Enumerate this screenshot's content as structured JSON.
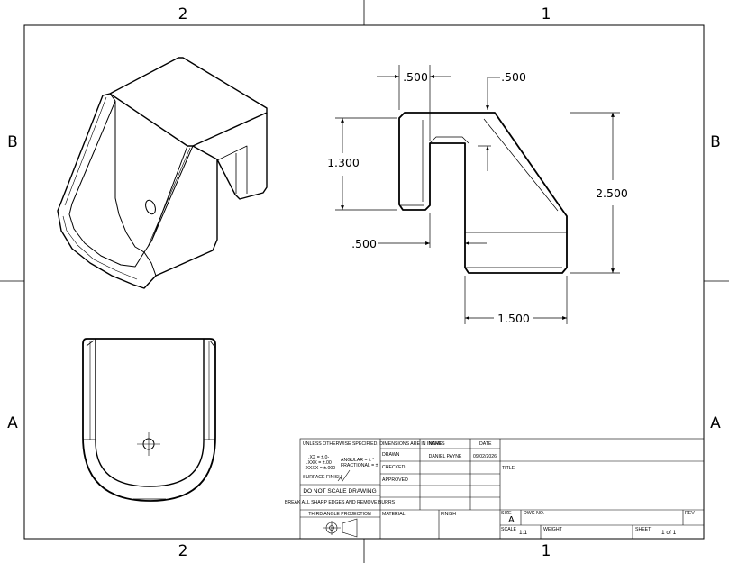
{
  "zones": {
    "top_left": "2",
    "top_right": "1",
    "bottom_left": "2",
    "bottom_right": "1",
    "left_upper": "B",
    "right_upper": "B",
    "left_lower": "A",
    "right_lower": "A"
  },
  "dimensions": {
    "d_top_left_width": ".500",
    "d_top_right_chamfer": ".500",
    "d_left_height": "1.300",
    "d_bottom_slot": ".500",
    "d_right_height": "2.500",
    "d_bottom_width": "1.500"
  },
  "title_block": {
    "tolerance_header": "UNLESS OTHERWISE SPECIFIED, DIMENSIONS ARE IN INCHES",
    "tol_xx": ".XX = ±.0-",
    "tol_xxx": ".XXX = ±.00",
    "tol_xxxx": ".XXXX = ±.000",
    "tol_angular": "ANGULAR = ± °",
    "tol_fractional": "FRACTIONAL = ±",
    "surface_finish": "SURFACE FINISH",
    "do_not_scale": "DO NOT SCALE DRAWING",
    "break_edges": "BREAK ALL SHARP EDGES AND REMOVE BURRS",
    "projection": "THIRD ANGLE PROJECTION",
    "col_name": "NAME",
    "col_date": "DATE",
    "row_drawn": "DRAWN",
    "row_checked": "CHECKED",
    "row_approved": "APPROVED",
    "drawn_name": "DANIEL PAYNE",
    "drawn_date": "09/02/2026",
    "title_label": "TITLE",
    "material_label": "MATERIAL",
    "finish_label": "FINISH",
    "size_label": "SIZE",
    "size_value": "A",
    "dwg_no_label": "DWG NO.",
    "rev_label": "REV",
    "scale_label": "SCALE",
    "scale_value": "1:1",
    "weight_label": "WEIGHT",
    "sheet_label": "SHEET",
    "sheet_value": "1 of 1"
  }
}
